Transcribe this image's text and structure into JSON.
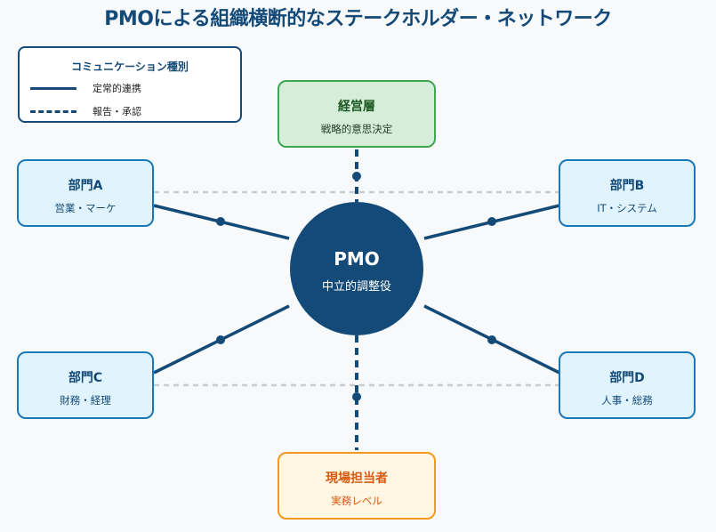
{
  "title": "PMOによる組織横断的なステークホルダー・ネットワーク",
  "legend": {
    "title": "コミュニケーション種別",
    "items": [
      {
        "style": "solid",
        "label": "定常的連携"
      },
      {
        "style": "dashed",
        "label": "報告・承認"
      }
    ]
  },
  "hub": {
    "title": "PMO",
    "subtitle": "中立的調整役"
  },
  "nodes": {
    "executive": {
      "title": "経営層",
      "subtitle": "戦略的意思決定"
    },
    "dept_a": {
      "title": "部門A",
      "subtitle": "営業・マーケ"
    },
    "dept_b": {
      "title": "部門B",
      "subtitle": "IT・システム"
    },
    "dept_c": {
      "title": "部門C",
      "subtitle": "財務・経理"
    },
    "dept_d": {
      "title": "部門D",
      "subtitle": "人事・総務"
    },
    "field": {
      "title": "現場担当者",
      "subtitle": "実務レベル"
    }
  },
  "colors": {
    "primary": "#134a78",
    "dept_border": "#1978b5",
    "dept_fill": "#e1f4fd",
    "exec_border": "#3fa651",
    "exec_fill": "#d6eed9",
    "field_border": "#f39a1c",
    "field_fill": "#fff7e3",
    "peer_link": "#c9cdd2"
  }
}
